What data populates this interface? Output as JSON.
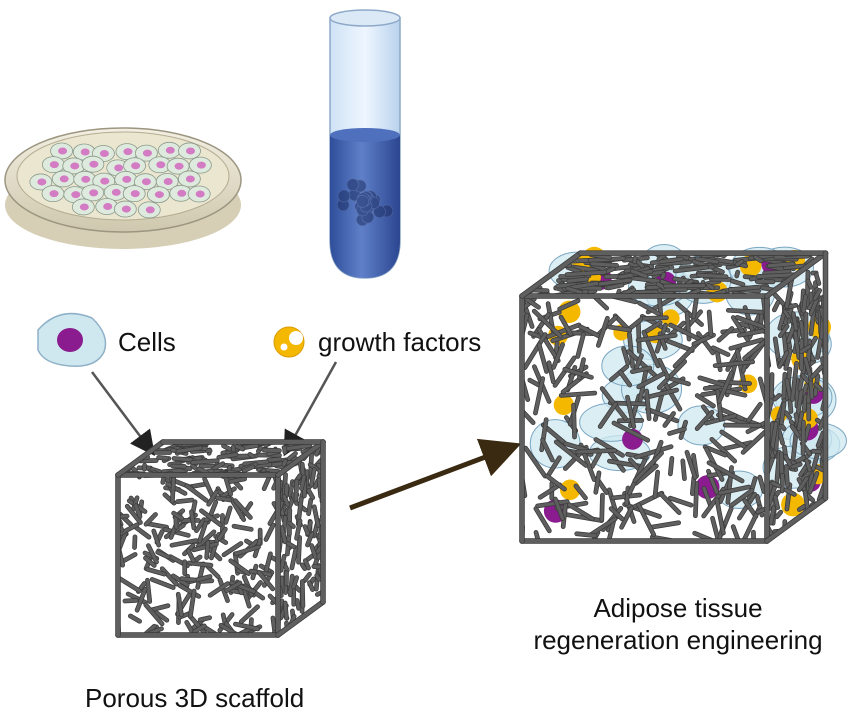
{
  "labels": {
    "cells": "Cells",
    "growth_factors": "growth factors",
    "scaffold": "Porous 3D scaffold",
    "result_line1": "Adipose tissue",
    "result_line2": "regeneration engineering"
  },
  "colors": {
    "strut": "#5f5f5f",
    "cell_body": "#cfe8f0",
    "nucleus": "#8a1c8f",
    "growth_factor": "#f5b800",
    "tube_liquid": "#3d5fae",
    "dish": "#e7e1c8",
    "arrow": "#3b2a12"
  },
  "icons": [
    "petri-dish-icon",
    "test-tube-icon",
    "cell-icon",
    "growth-factor-icon",
    "scaffold-icon",
    "engineered-tissue-icon"
  ]
}
